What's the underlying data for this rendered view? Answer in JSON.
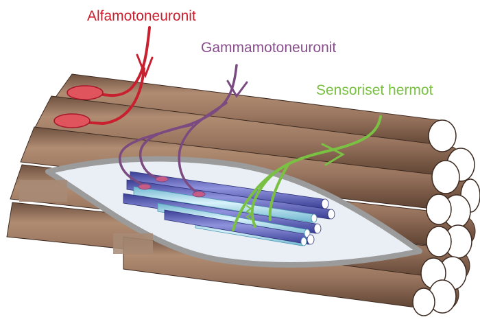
{
  "labels": {
    "alpha": "Alfamotoneuronit",
    "gamma": "Gammamotoneuronit",
    "sensory": "Sensoriset hermot"
  },
  "colors": {
    "alpha": "#c8202e",
    "gamma": "#8a4f8e",
    "sensory": "#79c043",
    "muscle_fiber": "#a07c63",
    "muscle_fiber_dark": "#6b4c38",
    "spindle_capsule": "#9b9b9b",
    "spindle_fill": "#e8eef4",
    "intrafusal_fiber": "#5a62b3",
    "intrafusal_light": "#a9dceb"
  }
}
